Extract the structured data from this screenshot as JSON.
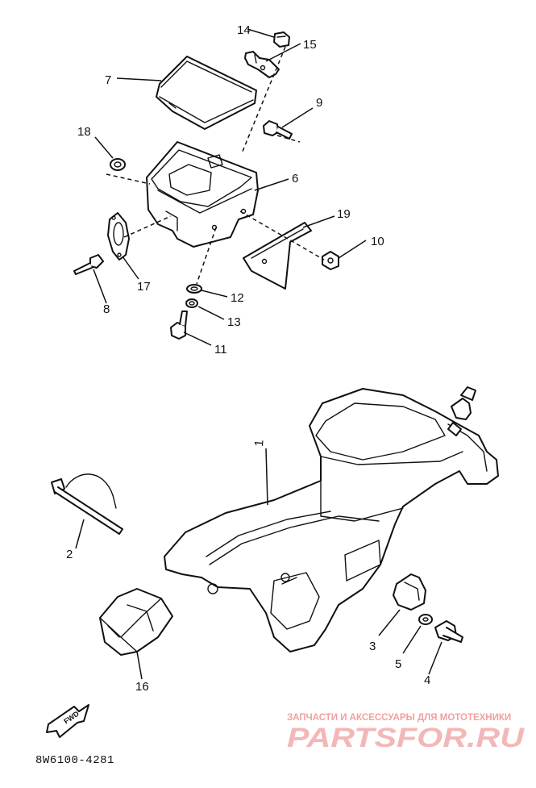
{
  "diagram": {
    "part_code": "8W6100-4281",
    "direction_marker": "FWD",
    "callouts": [
      "14",
      "15",
      "7",
      "9",
      "18",
      "6",
      "19",
      "10",
      "17",
      "12",
      "8",
      "13",
      "11",
      "1",
      "2",
      "3",
      "5",
      "4",
      "16"
    ]
  },
  "watermark": {
    "tagline": "ЗАПЧАСТИ И АКСЕССУАРЫ ДЛЯ МОТОТЕХНИКИ",
    "logo": "PARTSFOR.RU"
  }
}
